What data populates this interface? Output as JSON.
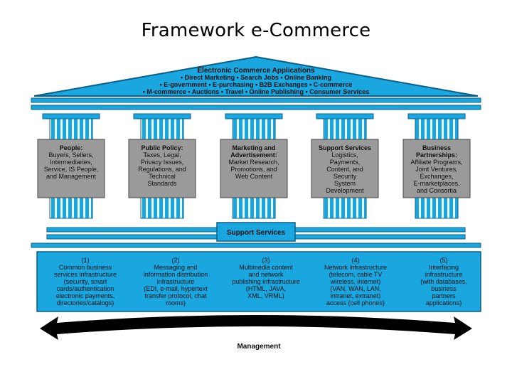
{
  "title": "Framework e-Commerce",
  "roof": {
    "heading": "Electronic Commerce Applications",
    "lines": [
      "• Direct Marketing • Search Jobs • Online Banking",
      "• E-government • E-purchasing • B2B Exchanges • C-commerce",
      "• M-commerce • Auctions • Travel • Online Publishing • Consumer Services"
    ]
  },
  "pillars": [
    {
      "title": [
        "People:"
      ],
      "lines": [
        "Buyers, Sellers,",
        "Intermediaries,",
        "Service, IS People,",
        "and Management"
      ]
    },
    {
      "title": [
        "Public Policy:"
      ],
      "lines": [
        "Taxes, Legal,",
        "Privacy Issues,",
        "Regulations, and",
        "Technical",
        "Standards"
      ]
    },
    {
      "title": [
        "Marketing and",
        "Advertisement:"
      ],
      "lines": [
        "Market Research,",
        "Promotions, and",
        "Web Content"
      ]
    },
    {
      "title": [
        "Support Services"
      ],
      "lines": [
        "Logistics,",
        "Payments,",
        "Content, and",
        "Security",
        "System",
        "Development"
      ]
    },
    {
      "title": [
        "Business",
        "Partnerships:"
      ],
      "lines": [
        "Affiliate Programs,",
        "Joint Ventures,",
        "Exchanges,",
        "E-marketplaces,",
        "and Consortia"
      ]
    }
  ],
  "support_label": "Support Services",
  "foundation": [
    {
      "num": "(1)",
      "lines": [
        "Common business",
        "services infrastructure",
        "(security, smart",
        "cards/authentication",
        "electronic payments,",
        "directories/catalogs)"
      ]
    },
    {
      "num": "(2)",
      "lines": [
        "Messaging and",
        "information distribution",
        "infrastructure",
        "(EDI, e-mail, hypertext",
        "transfer protocol, chat",
        "rooms)"
      ]
    },
    {
      "num": "(3)",
      "lines": [
        "Multimedia content",
        "and network",
        "publishing infrastructure",
        "(HTML, JAVA,",
        "XML, VRML)"
      ]
    },
    {
      "num": "(4)",
      "lines": [
        "Network infrastructure",
        "(telecom, cable TV",
        "wireless, internet)",
        "(VAN, WAN, LAN,",
        "intranet, extranet)",
        "access (cell phones)"
      ]
    },
    {
      "num": "(5)",
      "lines": [
        "Interfacing",
        "infrastructure",
        "(with databases,",
        "business",
        "partners",
        "applications)"
      ]
    }
  ],
  "management_label": "Management",
  "colors": {
    "blue": "#1aa7e0",
    "dark_blue": "#0b5f8a",
    "gray_box": "#9a9a9a",
    "text": "#101010"
  }
}
